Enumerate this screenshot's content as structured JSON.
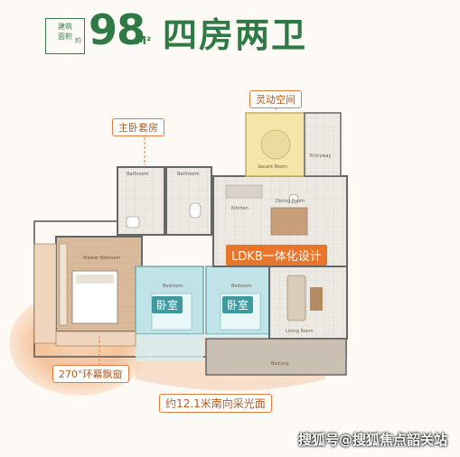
{
  "header": {
    "area_label_line1": "建筑",
    "area_label_line2": "面积",
    "area_label_suffix": "约",
    "area_value": "98",
    "area_unit": "M²",
    "title": "四房两卫"
  },
  "tags": {
    "flex_space": "灵动空间",
    "master_suite": "主卧套房",
    "ldkb": "LDKB一体化设计",
    "bedroom_1": "卧室",
    "bedroom_2": "卧室",
    "bay_window": "270°环幕飘窗",
    "south_light": "约12.1米南向采光面"
  },
  "rooms": {
    "bathroom_1": "Bathroom",
    "bathroom_2": "Bathroom",
    "kitchen": "Kitchen",
    "dining_room": "Dining Room",
    "master_bedroom": "Master Bedroom",
    "bedroom_a": "Bedroom",
    "bedroom_b": "Bedroom",
    "living_room": "Living Room",
    "balcony": "Balcony",
    "vacant_room": "Vacant Room",
    "entryway": "Entryway"
  },
  "colors": {
    "brand_green": "#2f7a44",
    "accent_orange": "#e9752b",
    "bedroom_teal": "#bfe3e6",
    "flex_yellow": "#f3e6a8",
    "wood_floor": "#d8b89a"
  },
  "watermark": "搜狐号@搜狐焦点韶关站"
}
